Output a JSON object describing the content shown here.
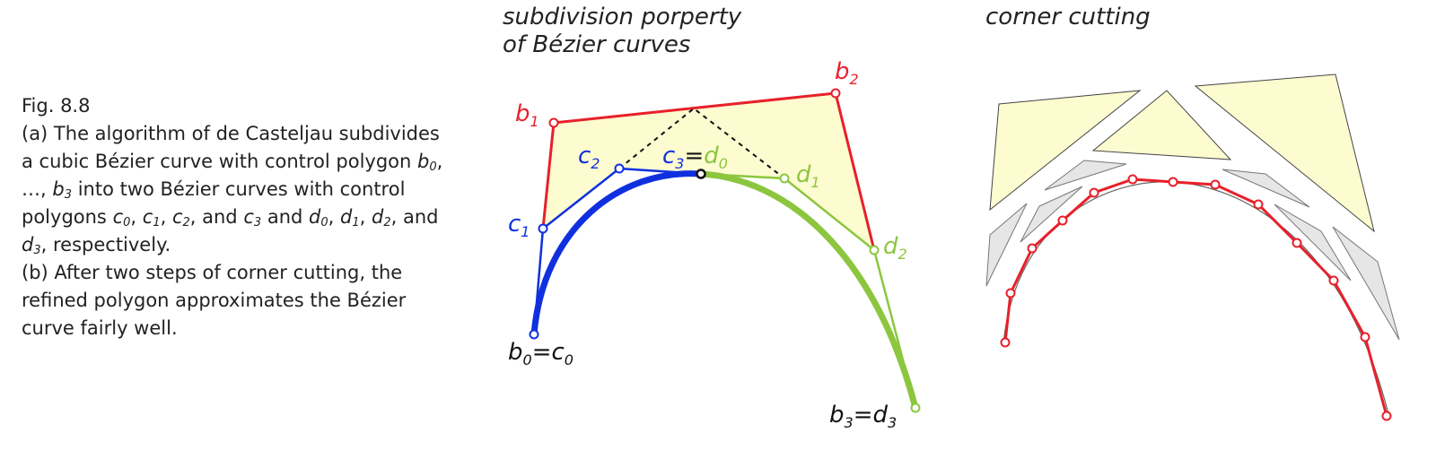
{
  "caption": {
    "fig": "Fig. 8.8",
    "a_intro": "(a) The algorithm of de Casteljau subdivides a cubic Bézier curve with control polygon",
    "into_two": "into two Bézier curves with control polygons",
    "and": "and",
    "respectively": "respectively.",
    "b_text": "(b) After two steps of corner cutting, the refined polygon approximates the Bézier curve fairly well."
  },
  "titles": {
    "subdivision_line1": "subdivision porperty",
    "subdivision_line2": "of Bézier curves",
    "corner_cutting": "corner cutting"
  },
  "labels": {
    "b": "b",
    "c": "c",
    "d": "d",
    "eq": "=",
    "sub0": "0",
    "sub1": "1",
    "sub2": "2",
    "sub3": "3",
    "ellipsis": "…,"
  },
  "colors": {
    "original_polygon": "#e8202a",
    "left_subpolygon": "#1030e0",
    "right_subpolygon": "#8cc63f",
    "fill_polygon": "#fdfbd0",
    "cut_corner_fill": "#e6e6e6",
    "refined_polygon": "#e8202a"
  }
}
